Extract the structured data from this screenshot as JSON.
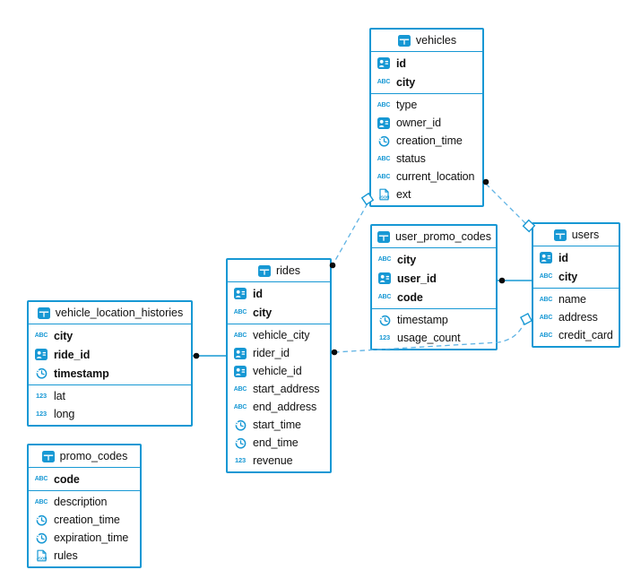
{
  "diagram": {
    "colors": {
      "accent": "#1798d4",
      "dashed_line": "#5fb3e4",
      "text": "#111111",
      "background": "#ffffff",
      "endpoint_dot": "#0a0a0a"
    },
    "icons": {
      "table": "table-icon",
      "uuid": "id-badge-icon",
      "text": "abc-text-icon",
      "number": "number-123-icon",
      "time": "clock-icon",
      "json": "json-icon"
    },
    "tables": {
      "vehicles": {
        "title": "vehicles",
        "primary": [
          {
            "name": "id",
            "type": "uuid"
          },
          {
            "name": "city",
            "type": "text"
          }
        ],
        "columns": [
          {
            "name": "type",
            "type": "text"
          },
          {
            "name": "owner_id",
            "type": "uuid"
          },
          {
            "name": "creation_time",
            "type": "time"
          },
          {
            "name": "status",
            "type": "text"
          },
          {
            "name": "current_location",
            "type": "text"
          },
          {
            "name": "ext",
            "type": "json"
          }
        ]
      },
      "user_promo_codes": {
        "title": "user_promo_codes",
        "primary": [
          {
            "name": "city",
            "type": "text"
          },
          {
            "name": "user_id",
            "type": "uuid"
          },
          {
            "name": "code",
            "type": "text"
          }
        ],
        "columns": [
          {
            "name": "timestamp",
            "type": "time"
          },
          {
            "name": "usage_count",
            "type": "number"
          }
        ]
      },
      "users": {
        "title": "users",
        "primary": [
          {
            "name": "id",
            "type": "uuid"
          },
          {
            "name": "city",
            "type": "text"
          }
        ],
        "columns": [
          {
            "name": "name",
            "type": "text"
          },
          {
            "name": "address",
            "type": "text"
          },
          {
            "name": "credit_card",
            "type": "text"
          }
        ]
      },
      "rides": {
        "title": "rides",
        "primary": [
          {
            "name": "id",
            "type": "uuid"
          },
          {
            "name": "city",
            "type": "text"
          }
        ],
        "columns": [
          {
            "name": "vehicle_city",
            "type": "text"
          },
          {
            "name": "rider_id",
            "type": "uuid"
          },
          {
            "name": "vehicle_id",
            "type": "uuid"
          },
          {
            "name": "start_address",
            "type": "text"
          },
          {
            "name": "end_address",
            "type": "text"
          },
          {
            "name": "start_time",
            "type": "time"
          },
          {
            "name": "end_time",
            "type": "time"
          },
          {
            "name": "revenue",
            "type": "number"
          }
        ]
      },
      "vehicle_location_histories": {
        "title": "vehicle_location_histories",
        "primary": [
          {
            "name": "city",
            "type": "text"
          },
          {
            "name": "ride_id",
            "type": "uuid"
          },
          {
            "name": "timestamp",
            "type": "time"
          }
        ],
        "columns": [
          {
            "name": "lat",
            "type": "number"
          },
          {
            "name": "long",
            "type": "number"
          }
        ]
      },
      "promo_codes": {
        "title": "promo_codes",
        "primary": [
          {
            "name": "code",
            "type": "text"
          }
        ],
        "columns": [
          {
            "name": "description",
            "type": "text"
          },
          {
            "name": "creation_time",
            "type": "time"
          },
          {
            "name": "expiration_time",
            "type": "time"
          },
          {
            "name": "rules",
            "type": "json"
          }
        ]
      }
    },
    "relationships": [
      {
        "dot_end": "rides",
        "square_end": "vehicles",
        "style": "dashed"
      },
      {
        "dot_end": "vehicles",
        "square_end": "users",
        "style": "dashed"
      },
      {
        "dot_end": "user_promo_codes",
        "square_end": "users",
        "style": "solid"
      },
      {
        "dot_end": "rides",
        "square_end": "users",
        "style": "dashed"
      },
      {
        "dot_end": "vehicle_location_histories",
        "square_end": "rides",
        "style": "solid"
      }
    ]
  }
}
